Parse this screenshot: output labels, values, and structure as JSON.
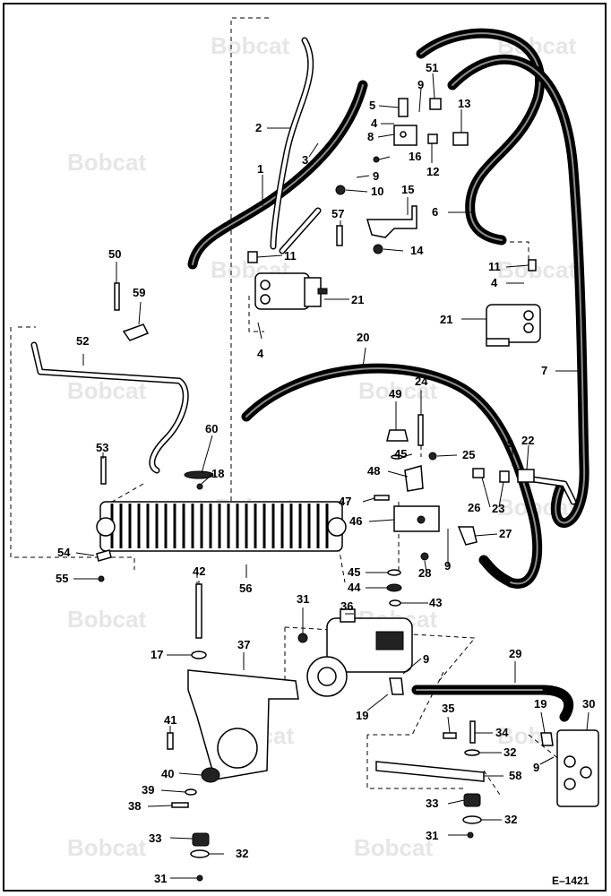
{
  "watermark_text": "Bobcat",
  "drawing_ref": "E–1421",
  "callouts": [
    {
      "label": "1"
    },
    {
      "label": "2"
    },
    {
      "label": "3"
    },
    {
      "label": "4"
    },
    {
      "label": "4"
    },
    {
      "label": "4"
    },
    {
      "label": "5"
    },
    {
      "label": "6"
    },
    {
      "label": "7"
    },
    {
      "label": "8"
    },
    {
      "label": "9"
    },
    {
      "label": "9"
    },
    {
      "label": "9"
    },
    {
      "label": "9"
    },
    {
      "label": "9"
    },
    {
      "label": "9"
    },
    {
      "label": "9"
    },
    {
      "label": "10"
    },
    {
      "label": "11"
    },
    {
      "label": "11"
    },
    {
      "label": "12"
    },
    {
      "label": "13"
    },
    {
      "label": "14"
    },
    {
      "label": "15"
    },
    {
      "label": "16"
    },
    {
      "label": "17"
    },
    {
      "label": "18"
    },
    {
      "label": "19"
    },
    {
      "label": "19"
    },
    {
      "label": "20"
    },
    {
      "label": "21"
    },
    {
      "label": "21"
    },
    {
      "label": "22"
    },
    {
      "label": "23"
    },
    {
      "label": "24"
    },
    {
      "label": "25"
    },
    {
      "label": "26"
    },
    {
      "label": "27"
    },
    {
      "label": "28"
    },
    {
      "label": "29"
    },
    {
      "label": "30"
    },
    {
      "label": "31"
    },
    {
      "label": "31"
    },
    {
      "label": "31"
    },
    {
      "label": "32"
    },
    {
      "label": "32"
    },
    {
      "label": "32"
    },
    {
      "label": "33"
    },
    {
      "label": "33"
    },
    {
      "label": "34"
    },
    {
      "label": "35"
    },
    {
      "label": "36"
    },
    {
      "label": "37"
    },
    {
      "label": "38"
    },
    {
      "label": "39"
    },
    {
      "label": "40"
    },
    {
      "label": "41"
    },
    {
      "label": "42"
    },
    {
      "label": "43"
    },
    {
      "label": "44"
    },
    {
      "label": "45"
    },
    {
      "label": "45"
    },
    {
      "label": "46"
    },
    {
      "label": "47"
    },
    {
      "label": "48"
    },
    {
      "label": "49"
    },
    {
      "label": "50"
    },
    {
      "label": "51"
    },
    {
      "label": "52"
    },
    {
      "label": "53"
    },
    {
      "label": "54"
    },
    {
      "label": "55"
    },
    {
      "label": "56"
    },
    {
      "label": "57"
    },
    {
      "label": "58"
    },
    {
      "label": "59"
    },
    {
      "label": "60"
    }
  ]
}
